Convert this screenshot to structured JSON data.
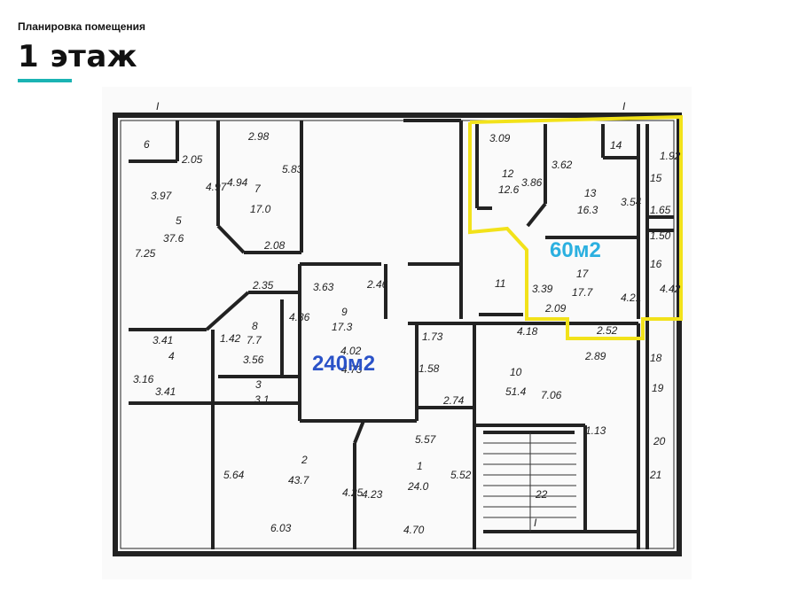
{
  "header": {
    "subtitle": "Планировка помещения",
    "title": "1 этаж"
  },
  "colors": {
    "accent": "#1ab3b3",
    "highlight": "#f2e21a",
    "blue_label": "#2a52c8",
    "cyan_label": "#2bb0e0"
  },
  "areas": {
    "big": "240м2",
    "small": "60м2"
  },
  "section_marks": [
    "I",
    "I",
    "I"
  ],
  "rooms": [
    {
      "num": "1",
      "area": "24.0"
    },
    {
      "num": "2",
      "area": "43.7"
    },
    {
      "num": "3",
      "area": "3.1"
    },
    {
      "num": "4",
      "area": ""
    },
    {
      "num": "5",
      "area": "37.6"
    },
    {
      "num": "6",
      "area": ""
    },
    {
      "num": "7",
      "area": "17.0"
    },
    {
      "num": "8",
      "area": "7.7"
    },
    {
      "num": "9",
      "area": "17.3"
    },
    {
      "num": "10",
      "area": "51.4"
    },
    {
      "num": "11",
      "area": ""
    },
    {
      "num": "12",
      "area": "12.6"
    },
    {
      "num": "13",
      "area": "16.3"
    },
    {
      "num": "14",
      "area": ""
    },
    {
      "num": "15",
      "area": ""
    },
    {
      "num": "16",
      "area": ""
    },
    {
      "num": "17",
      "area": "17.7"
    },
    {
      "num": "18",
      "area": ""
    },
    {
      "num": "19",
      "area": ""
    },
    {
      "num": "20",
      "area": ""
    },
    {
      "num": "21",
      "area": ""
    },
    {
      "num": "22",
      "area": ""
    }
  ],
  "dims": [
    "2.98",
    "2.05",
    "3.97",
    "4.97",
    "4.94",
    "5.83",
    "2.08",
    "7.25",
    "2.35",
    "3.63",
    "2.46",
    "4.36",
    "1.42",
    "3.56",
    "3.41",
    "3.16",
    "3.41",
    "4.02",
    "4.73",
    "1.73",
    "1.58",
    "2.74",
    "5.57",
    "5.52",
    "5.64",
    "4.25",
    "4.23",
    "6.03",
    "4.70",
    "3.09",
    "3.86",
    "3.62",
    "3.54",
    "3.39",
    "2.09",
    "4.18",
    "2.52",
    "4.21",
    "4.42",
    "1.92",
    "1.65",
    "1.50",
    "2.89",
    "7.06",
    "1.13"
  ]
}
